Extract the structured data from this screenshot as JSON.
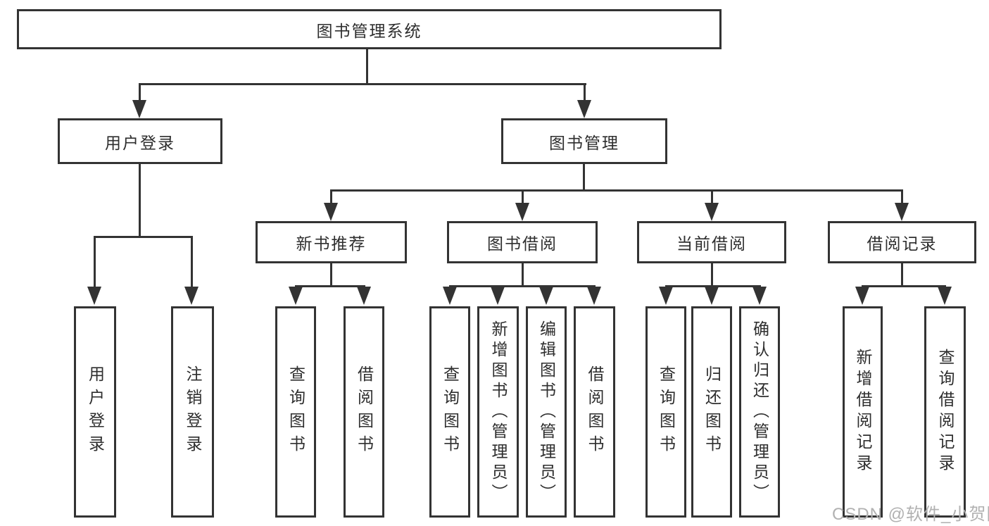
{
  "diagram": {
    "root_label": "图书管理系统",
    "user_login": {
      "label": "用户登录",
      "children": [
        "用户登录",
        "注销登录"
      ]
    },
    "book_management": {
      "label": "图书管理",
      "groups": [
        {
          "label": "新书推荐",
          "children": [
            "查询图书",
            "借阅图书"
          ]
        },
        {
          "label": "图书借阅",
          "children": [
            "查询图书",
            "新增图书（管理员）",
            "编辑图书（管理员）",
            "借阅图书"
          ]
        },
        {
          "label": "当前借阅",
          "children": [
            "查询图书",
            "归还图书",
            "确认归还（管理员）"
          ]
        },
        {
          "label": "借阅记录",
          "children": [
            "新增借阅记录",
            "查询借阅记录"
          ]
        }
      ]
    }
  },
  "watermark": "CSDN @软件_小贺同学",
  "colors": {
    "line": "#333333",
    "text": "#2e2e2e",
    "watermark": "#b1b1b1",
    "background": "#ffffff"
  }
}
